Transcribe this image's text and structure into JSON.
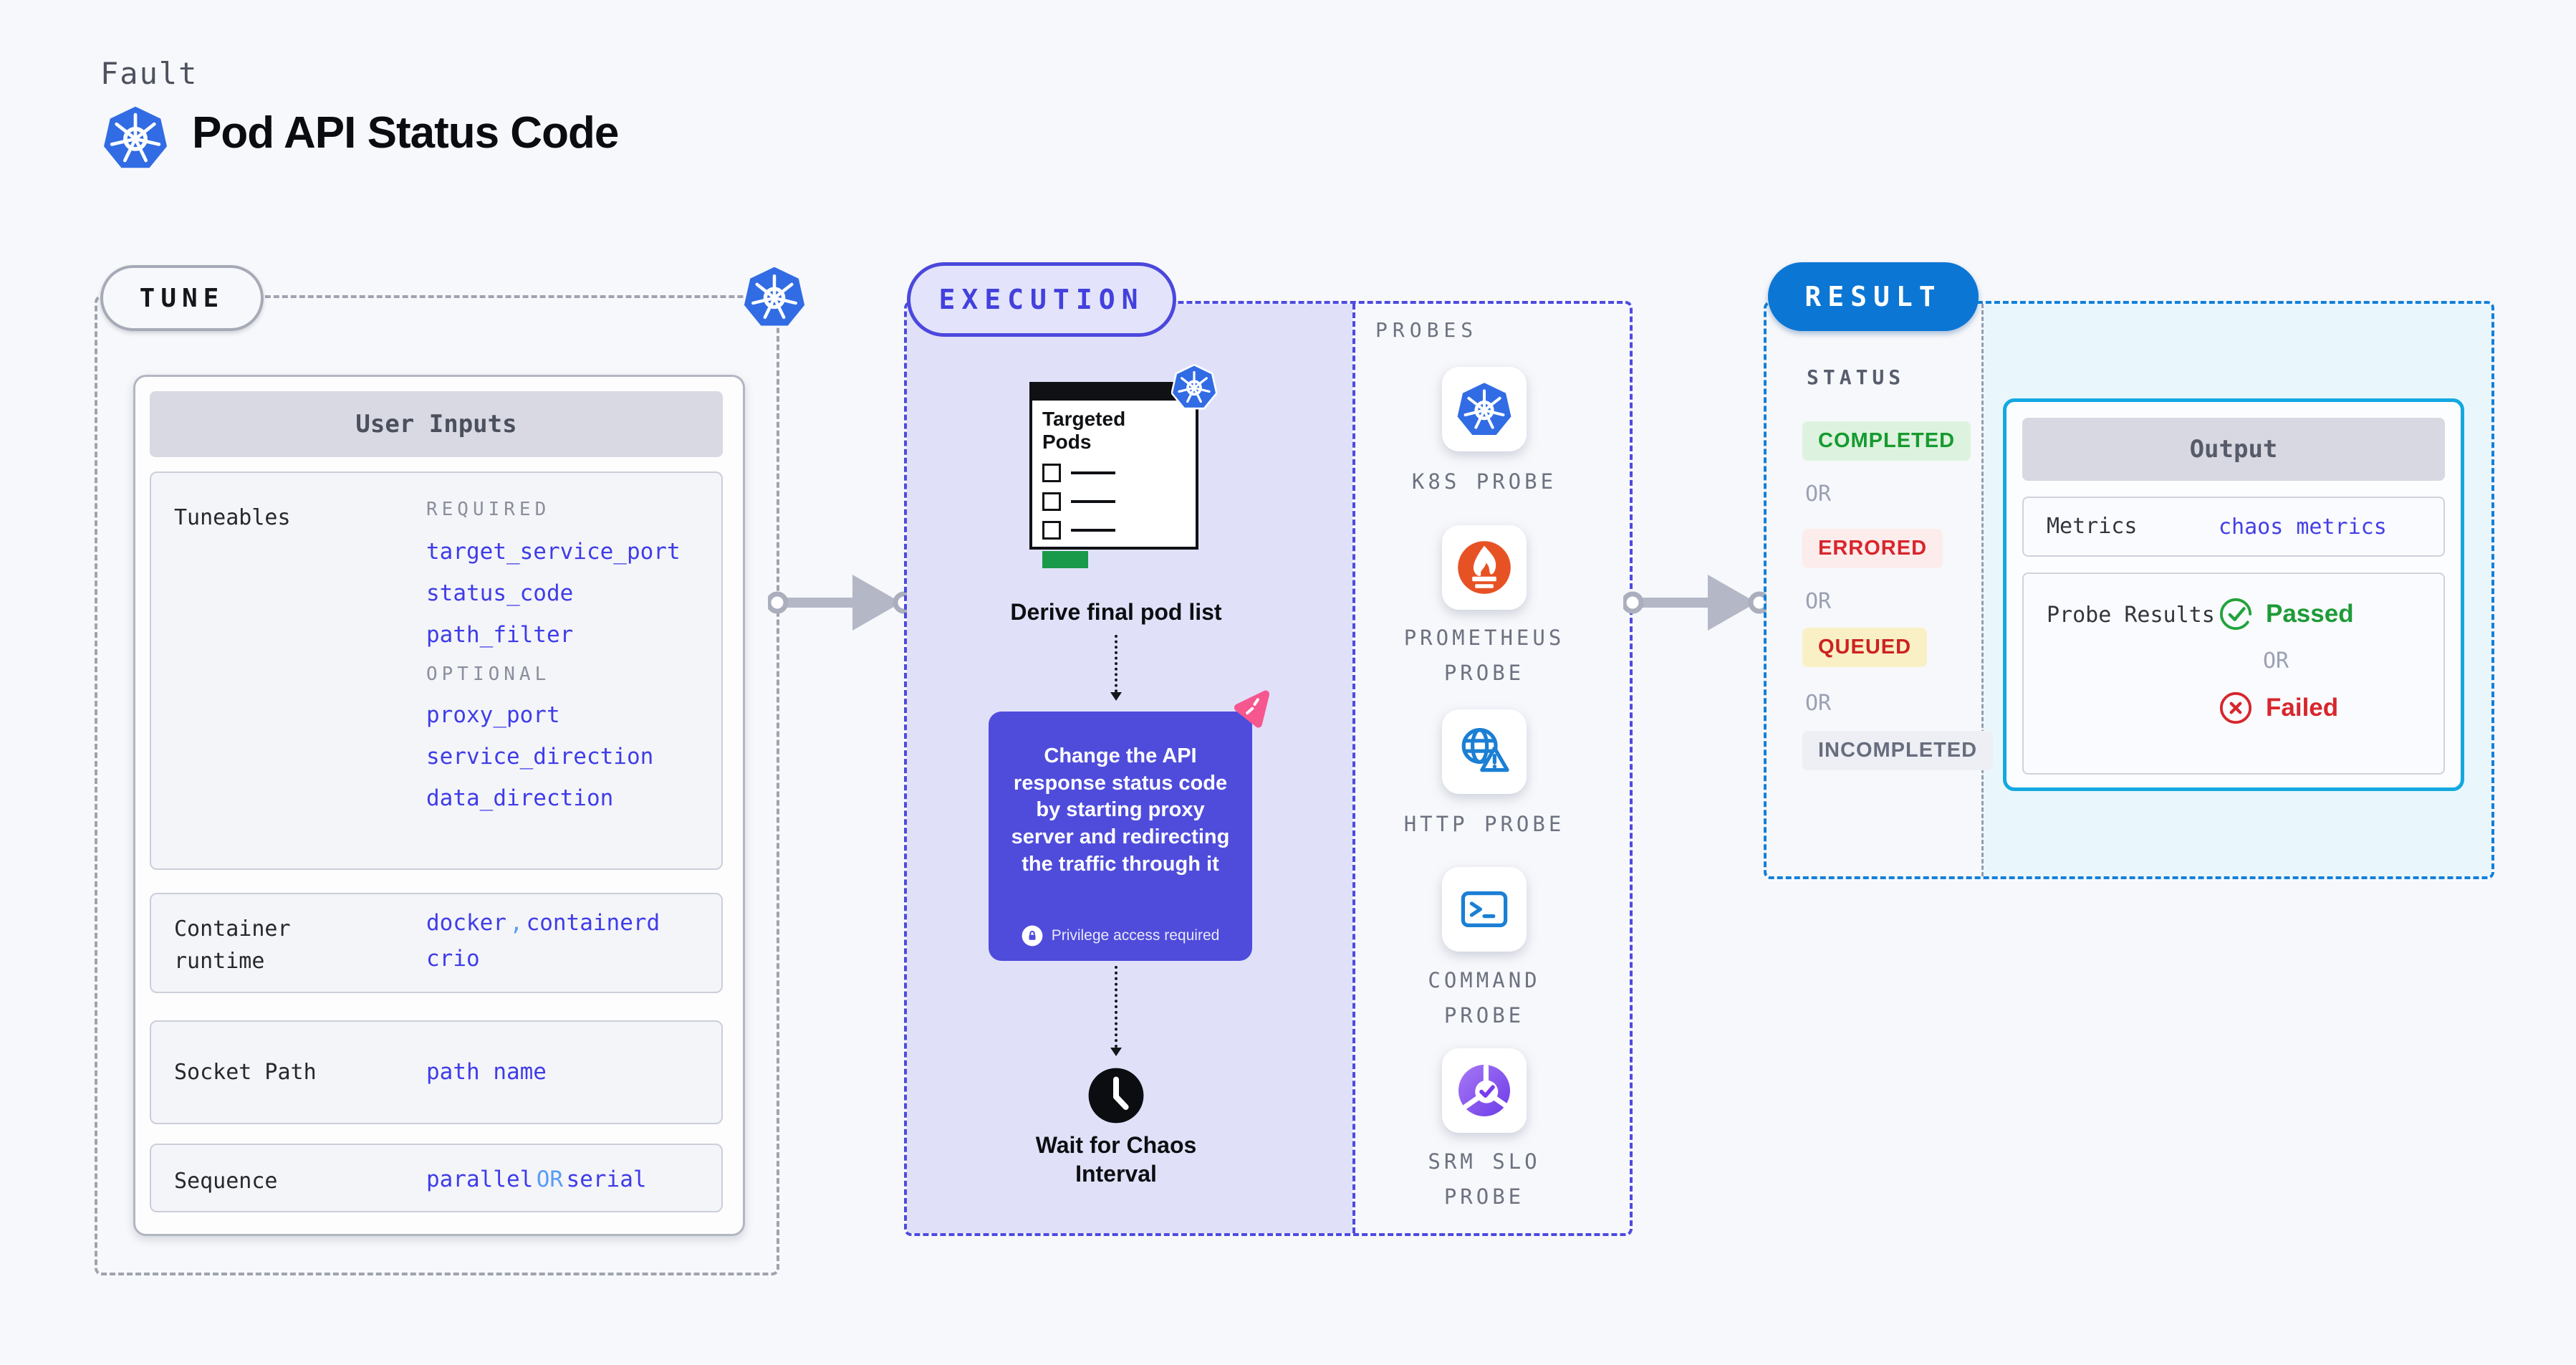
{
  "header": {
    "fault_label": "Fault",
    "title": "Pod API Status Code"
  },
  "tune": {
    "pill": "TUNE",
    "table_title": "User Inputs",
    "tuneables": {
      "label": "Tuneables",
      "required_label": "REQUIRED",
      "required": [
        "target_service_port",
        "status_code",
        "path_filter"
      ],
      "optional_label": "OPTIONAL",
      "optional": [
        "proxy_port",
        "service_direction",
        "data_direction"
      ]
    },
    "container_runtime": {
      "label": "Container runtime",
      "value_a": "docker",
      "comma": ",",
      "value_b": "containerd",
      "value_c": "crio"
    },
    "socket_path": {
      "label": "Socket Path",
      "value": "path name"
    },
    "sequence": {
      "label": "Sequence",
      "value_a": "parallel",
      "or": "OR",
      "value_b": "serial"
    }
  },
  "execution": {
    "pill": "EXECUTION",
    "window_title": "Targeted Pods",
    "derive_step": "Derive final pod list",
    "action_text": "Change the API response status code by starting proxy server and redirecting the traffic through it",
    "privilege_note": "Privilege access required",
    "wait_step": "Wait for Chaos Interval"
  },
  "probes": {
    "label": "PROBES",
    "items": [
      {
        "label": "K8S PROBE",
        "icon": "kubernetes-icon"
      },
      {
        "label": "PROMETHEUS PROBE",
        "icon": "prometheus-icon"
      },
      {
        "label": "HTTP PROBE",
        "icon": "http-globe-warning-icon"
      },
      {
        "label": "COMMAND PROBE",
        "icon": "terminal-icon"
      },
      {
        "label": "SRM SLO PROBE",
        "icon": "slo-pie-check-icon"
      }
    ]
  },
  "result": {
    "pill": "RESULT",
    "status_label": "STATUS",
    "or_label": "OR",
    "statuses": [
      {
        "label": "COMPLETED",
        "bg": "#ddf3df",
        "fg": "#169a2f"
      },
      {
        "label": "ERRORED",
        "bg": "#fcecec",
        "fg": "#d7262c"
      },
      {
        "label": "QUEUED",
        "bg": "#faf0c6",
        "fg": "#cc2320"
      },
      {
        "label": "INCOMPLETED",
        "bg": "#edeff5",
        "fg": "#676d7d"
      }
    ],
    "output": {
      "title": "Output",
      "metrics_label": "Metrics",
      "metrics_value": "chaos metrics",
      "probe_results_label": "Probe Results",
      "passed": "Passed",
      "failed": "Failed"
    }
  },
  "colors": {
    "page_bg": "#f7f8fb",
    "accent_indigo": "#4d4be0",
    "code_blue": "#3f3ce8",
    "light_blue": "#5a9cf5",
    "action_purple": "#4f4cdb",
    "result_blue": "#0b76d4",
    "output_cyan": "#14a8e1",
    "passed_green": "#1d9b38",
    "failed_red": "#d7262c",
    "kubernetes_blue": "#316ce4",
    "prometheus_orange": "#e75225",
    "pink_deco": "#f6578f",
    "lavender_bg": "#e0e1f9",
    "cyan_bg": "#e9f7fd"
  }
}
